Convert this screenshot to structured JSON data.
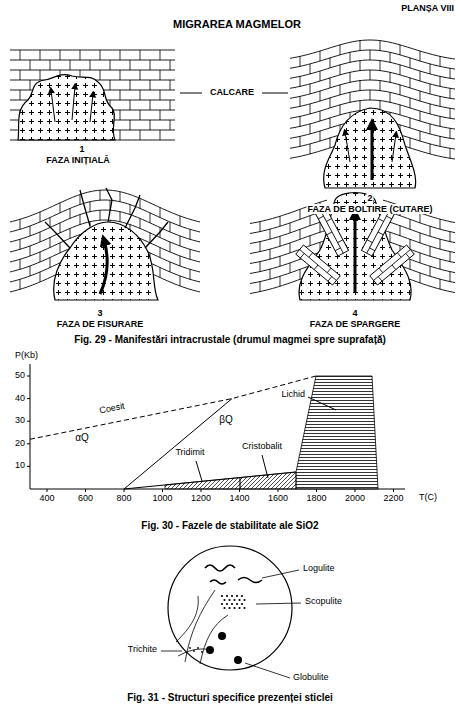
{
  "diagram": {
    "title": "MIGRAREA MAGMELOR",
    "labels": [
      "PLANȘA VIII",
      "CALCARE",
      "1",
      "FAZA INIȚIALĂ",
      "2",
      "FAZA DE BOLTIRE (CUTARE)",
      "3",
      "FAZA DE FISURARE",
      "4",
      "FAZA DE SPARGERE",
      "Fig. 29 - Manifestări intracrustale (drumul magmei spre suprafață)",
      "P(Kb)",
      "50",
      "40",
      "30",
      "20",
      "10",
      "400",
      "600",
      "800",
      "1000",
      "1200",
      "1400",
      "1600",
      "1800",
      "2000",
      "2200",
      "T(C)",
      "Coesit",
      "βQ",
      "αQ",
      "Lichid",
      "Tridimit",
      "Cristobalit",
      "Fig. 30 - Fazele de stabilitate ale SiO2",
      "Logulite",
      "Scopulite",
      "Trichite",
      "Globulite",
      "Fig. 31 - Structuri specifice prezenței sticlei"
    ]
  }
}
